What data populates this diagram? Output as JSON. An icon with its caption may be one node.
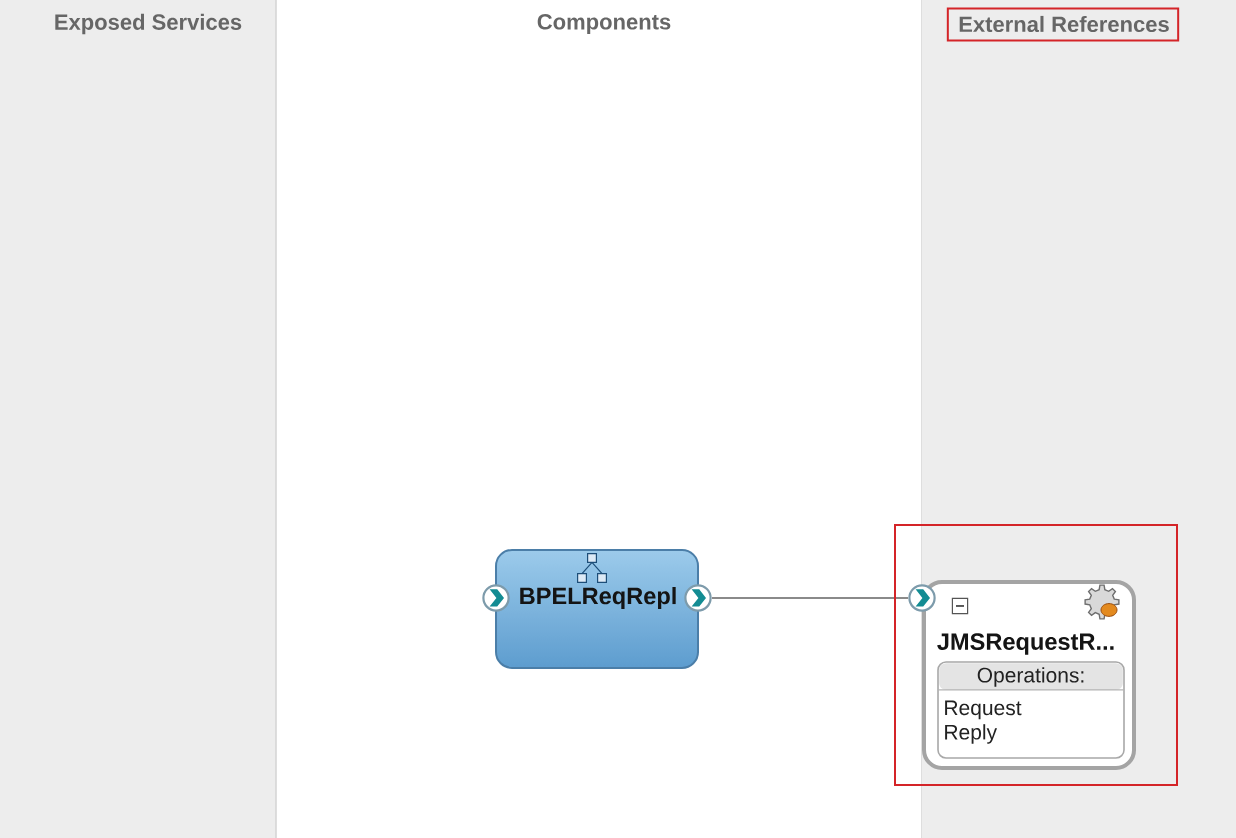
{
  "diagram": {
    "nodes": [
      {
        "text": [
          "Exposed Services"
        ]
      },
      {
        "text": [
          "Components"
        ]
      },
      {
        "text": [
          "External References"
        ]
      },
      {
        "text": [
          "BPELReqRepl"
        ],
        "in": 1
      },
      {
        "text": [
          "JMSRequestR..."
        ],
        "in": 2
      },
      {
        "text": [
          "Operations:",
          "Request",
          "Reply"
        ],
        "in": 4
      }
    ],
    "edges": [
      {
        "from": 3,
        "to": 4,
        "arrow": "none"
      }
    ]
  }
}
